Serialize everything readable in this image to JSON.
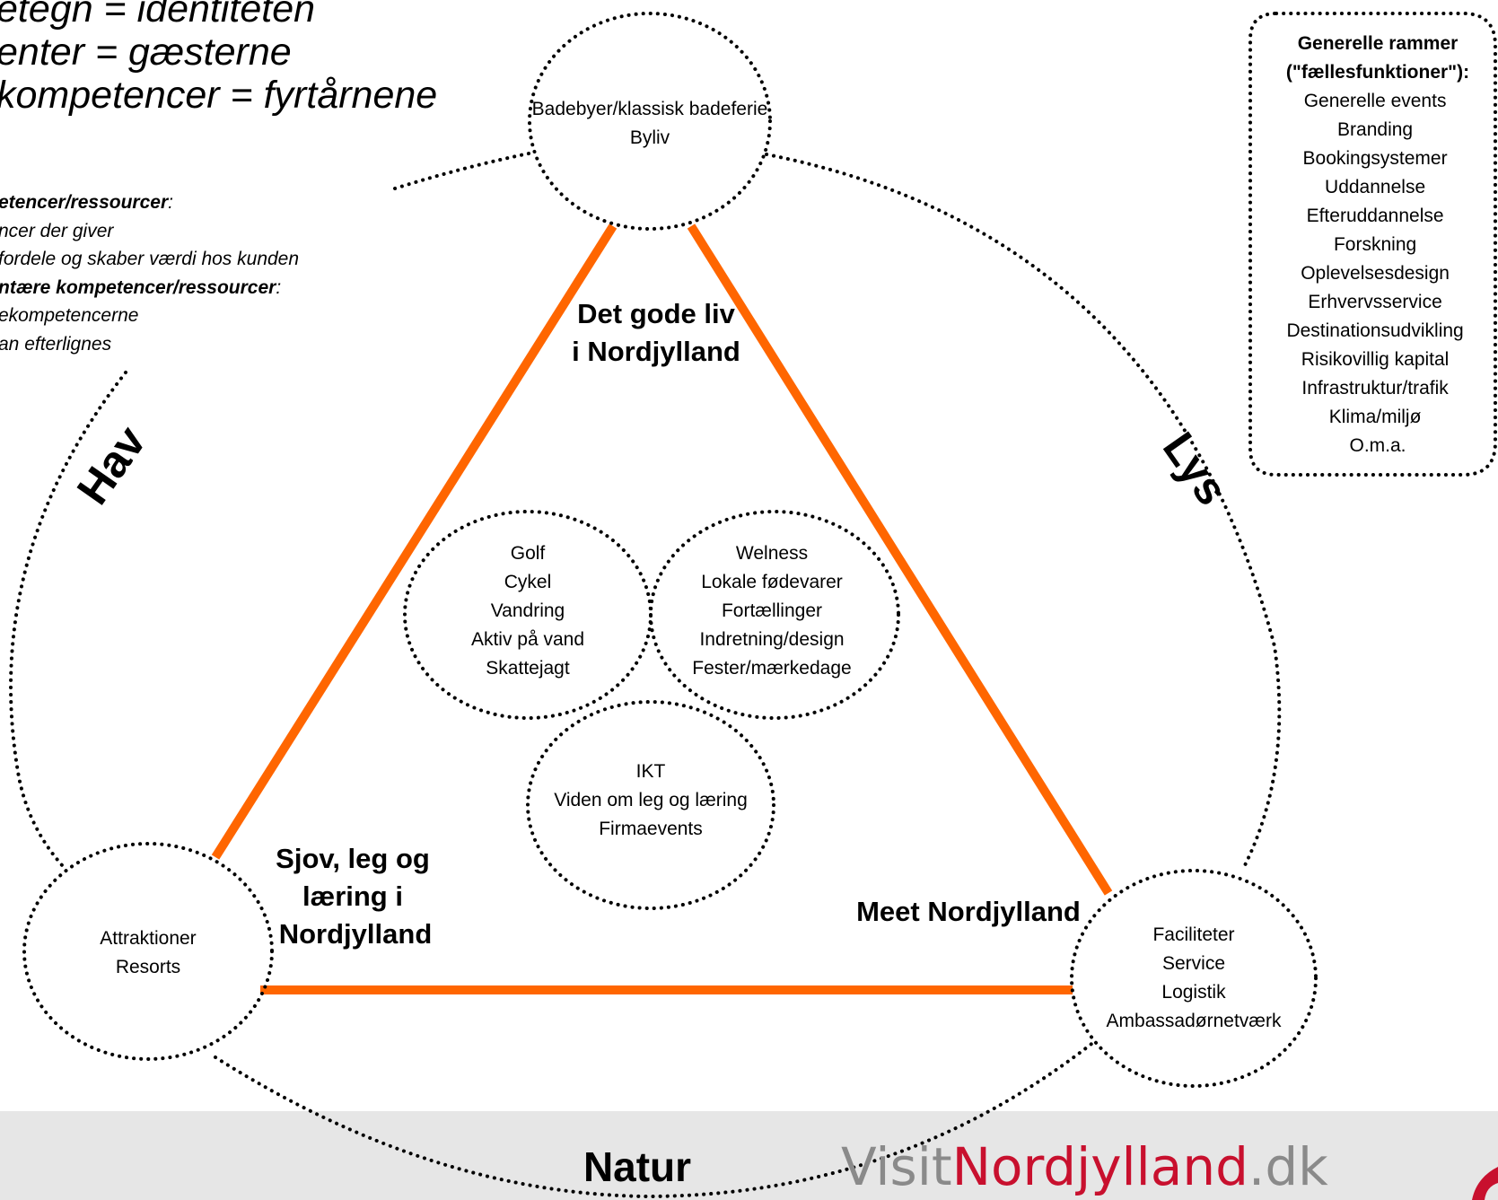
{
  "header_lines": [
    "etegn = identiteten",
    "enter = gæsterne",
    "kompetencer = fyrtårnene"
  ],
  "definitions": {
    "core_heading": "etencer/ressourcer",
    "core_colon": ":",
    "core_line1": "ncer der giver",
    "core_line2": "fordele og skaber værdi hos kunden",
    "comp_heading": "ntære kompetencer/ressourcer",
    "comp_colon": ":",
    "comp_line1": "ekompetencerne",
    "comp_line2": "an efterlignes"
  },
  "outer_labels": {
    "hav": "Hav",
    "lys": "Lys",
    "natur": "Natur"
  },
  "triangle_labels": {
    "top_line1": "Det gode liv",
    "top_line2": "i Nordjylland",
    "left_line1": "Sjov, leg og",
    "left_line2": "læring i",
    "left_line3": "Nordjylland",
    "right": "Meet Nordjylland"
  },
  "circles": {
    "top": [
      "Badebyer/klassisk badeferie",
      "Byliv"
    ],
    "bottom_left": [
      "Attraktioner",
      "Resorts"
    ],
    "bottom_right": [
      "Faciliteter",
      "Service",
      "Logistik",
      "Ambassadørnetværk"
    ],
    "inner_left": [
      "Golf",
      "Cykel",
      "Vandring",
      "Aktiv på vand",
      "Skattejagt"
    ],
    "inner_right": [
      "Welness",
      "Lokale fødevarer",
      "Fortællinger",
      "Indretning/design",
      "Fester/mærkedage"
    ],
    "inner_bottom": [
      "IKT",
      "Viden om leg og læring",
      "Firmaevents"
    ]
  },
  "framework_box": {
    "title_line1": "Generelle rammer",
    "title_line2": "(\"fællesfunktioner\"):",
    "items": [
      "Generelle events",
      "Branding",
      "Bookingsystemer",
      "Uddannelse",
      "Efteruddannelse",
      "Forskning",
      "Oplevelsesdesign",
      "Erhvervsservice",
      "Destinationsudvikling",
      "Risikovillig kapital",
      "Infrastruktur/trafik",
      "Klima/miljø",
      "O.m.a."
    ]
  },
  "logo": {
    "part1": "Visit",
    "part2": "Nordjylland",
    "part3": ".dk"
  },
  "colors": {
    "triangle": "#ff6600",
    "logo_gray": "#8a8a8a",
    "logo_red": "#c8102e",
    "footer": "#e6e6e6"
  }
}
